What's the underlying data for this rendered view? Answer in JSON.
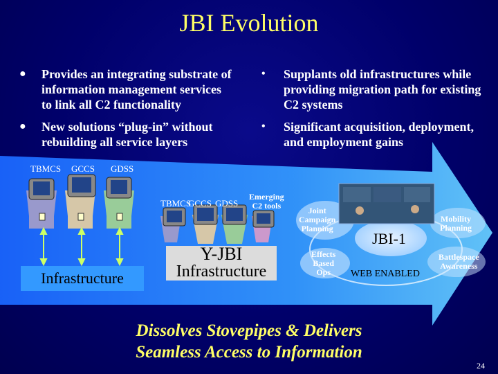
{
  "slide": {
    "title": "JBI Evolution",
    "bullets_left": [
      "Provides an integrating substrate of\ninformation management services\nto link all C2 functionality",
      "New solutions “plug-in” without\nrebuilding all service layers"
    ],
    "bullets_right": [
      "Supplants old infrastructures while\nproviding migration path for existing\nC2 systems",
      "Significant acquisition, deployment,\nand employment gains"
    ],
    "bullet_marker_left": "●",
    "bullet_marker_right": "•",
    "stovepipe_labels": [
      "TBMCS",
      "GCCS",
      "GDSS"
    ],
    "infrastructure_label": "Infrastructure",
    "yjbi": {
      "tools_left": "TBMCS",
      "tools_mid": "GCCS",
      "tools_right": "GDSS",
      "emerging": "Emerging\nC2 tools",
      "title": "Y-JBI",
      "subtitle": "Infrastructure"
    },
    "jbi1": {
      "joint": "Joint\nCampaign\nPlanning",
      "effects": "Effects\nBased\nOps",
      "center": "JBI-1",
      "web": "WEB ENABLED",
      "mobility": "Mobility\nPlanning",
      "battlespace": "Battlespace\nAwareness"
    },
    "closing": "Dissolves Stovepipes & Delivers\nSeamless Access to Information",
    "page_number": "24"
  },
  "colors": {
    "background": "#00006a",
    "title": "#ffff66",
    "arrow": "#3399ff",
    "infrastructure_box": "#3399ff",
    "yjbi_box": "#dcdcdc"
  }
}
